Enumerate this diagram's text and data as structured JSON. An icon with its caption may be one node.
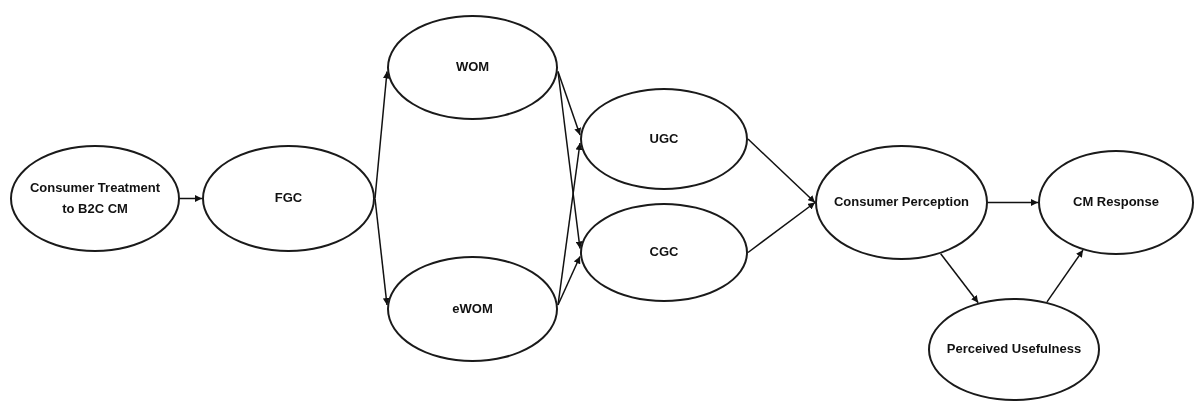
{
  "diagram": {
    "nodes": [
      {
        "text": [
          "Consumer Treatment to B2C CM"
        ]
      },
      {
        "text": [
          "FGC"
        ]
      },
      {
        "text": [
          "WOM"
        ]
      },
      {
        "text": [
          "eWOM"
        ]
      },
      {
        "text": [
          "UGC"
        ]
      },
      {
        "text": [
          "CGC"
        ]
      },
      {
        "text": [
          "Consumer Perception"
        ]
      },
      {
        "text": [
          "CM Response"
        ]
      },
      {
        "text": [
          "Perceived Usefulness"
        ]
      }
    ],
    "edges": [
      {
        "from": 0,
        "to": 1,
        "arrow": "to"
      },
      {
        "from": 1,
        "to": 2,
        "arrow": "to"
      },
      {
        "from": 1,
        "to": 3,
        "arrow": "to"
      },
      {
        "from": 2,
        "to": 4,
        "arrow": "to"
      },
      {
        "from": 2,
        "to": 5,
        "arrow": "to"
      },
      {
        "from": 3,
        "to": 4,
        "arrow": "to"
      },
      {
        "from": 3,
        "to": 5,
        "arrow": "to"
      },
      {
        "from": 4,
        "to": 6,
        "arrow": "to"
      },
      {
        "from": 5,
        "to": 6,
        "arrow": "to"
      },
      {
        "from": 6,
        "to": 7,
        "arrow": "to"
      },
      {
        "from": 6,
        "to": 8,
        "arrow": "to"
      },
      {
        "from": 8,
        "to": 7,
        "arrow": "to"
      }
    ]
  }
}
